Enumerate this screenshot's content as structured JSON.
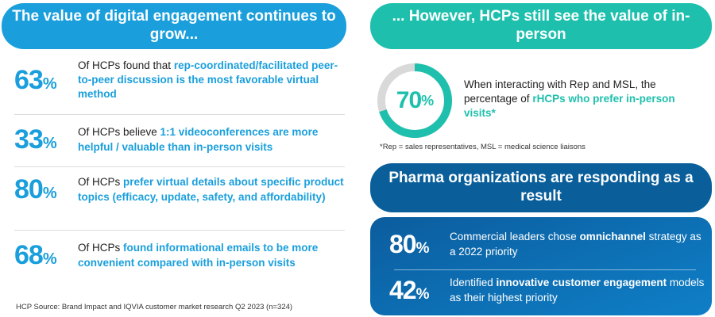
{
  "left_header": "The value of digital engagement continues to grow...",
  "right_header": "... However, HCPs still see the value of in-person",
  "pharma_header": "Pharma organizations are responding as a result",
  "stats": [
    {
      "number": "63",
      "pct": "%",
      "prefix": "Of HCPs found that ",
      "highlight": "rep-coordinated/facilitated peer-to-peer discussion is the most favorable virtual method",
      "suffix": ""
    },
    {
      "number": "33",
      "pct": "%",
      "prefix": "Of HCPs believe ",
      "highlight": "1:1 videoconferences are more helpful / valuable than in-person visits",
      "suffix": ""
    },
    {
      "number": "80",
      "pct": "%",
      "prefix": "Of HCPs ",
      "highlight": "prefer virtual details about specific product topics (efficacy, update, safety, and affordability)",
      "suffix": ""
    },
    {
      "number": "68",
      "pct": "%",
      "prefix": "Of HCPs ",
      "highlight": "found informational emails to be more convenient compared with in-person visits",
      "suffix": ""
    }
  ],
  "ring": {
    "number": "70",
    "pct": "%",
    "fraction": 0.7,
    "prefix": "When interacting with Rep and MSL, the percentage of ",
    "highlight": "rHCPs who prefer in-person visits*",
    "track_color": "#d9d9d9",
    "fill_color": "#1ec0ad"
  },
  "footnote": "*Rep = sales representatives, MSL = medical science liaisons",
  "pharma_stats": [
    {
      "number": "80",
      "pct": "%",
      "prefix": "Commercial leaders chose ",
      "highlight": "omnichannel",
      "suffix": " strategy as a 2022 priority"
    },
    {
      "number": "42",
      "pct": "%",
      "prefix": "Identified ",
      "highlight": "innovative customer engagement",
      "suffix": " models as their highest priority"
    }
  ],
  "source": "HCP Source: Brand Impact and IQVIA customer market research Q2 2023 (n=324)",
  "colors": {
    "blue": "#1a9fdc",
    "teal": "#1ec0ad",
    "navy": "#0a5f9b"
  }
}
